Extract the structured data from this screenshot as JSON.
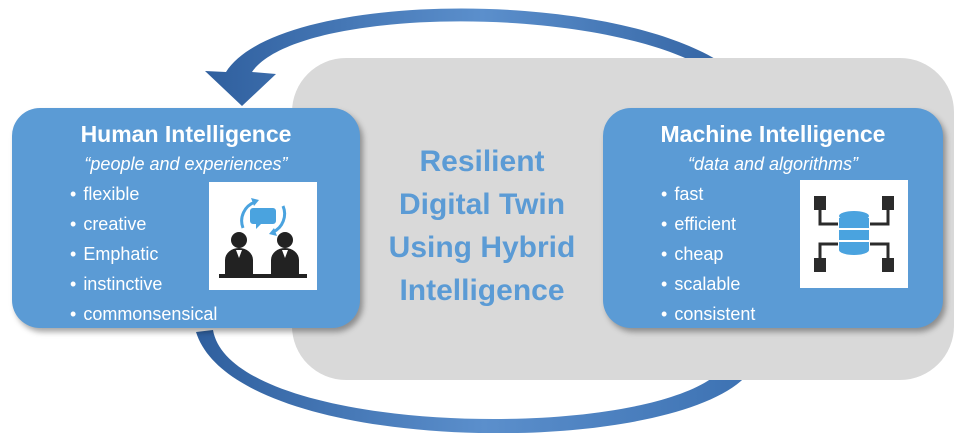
{
  "center": {
    "lines": [
      "Resilient",
      "Digital Twin",
      "Using Hybrid",
      "Intelligence"
    ]
  },
  "human": {
    "title": "Human Intelligence",
    "subtitle": "“people and experiences”",
    "bullets": [
      "flexible",
      "creative",
      "Emphatic",
      "instinctive",
      "commonsensical"
    ],
    "icon": "people-collaboration-icon"
  },
  "machine": {
    "title": "Machine Intelligence",
    "subtitle": "“data and algorithms”",
    "bullets": [
      "fast",
      "efficient",
      "cheap",
      "scalable",
      "consistent"
    ],
    "icon": "database-network-icon"
  },
  "colors": {
    "panel": "#5b9bd5",
    "background_shape": "#d9d9d9",
    "center_text": "#5b9bd5",
    "arrow": "#3e72b0"
  }
}
